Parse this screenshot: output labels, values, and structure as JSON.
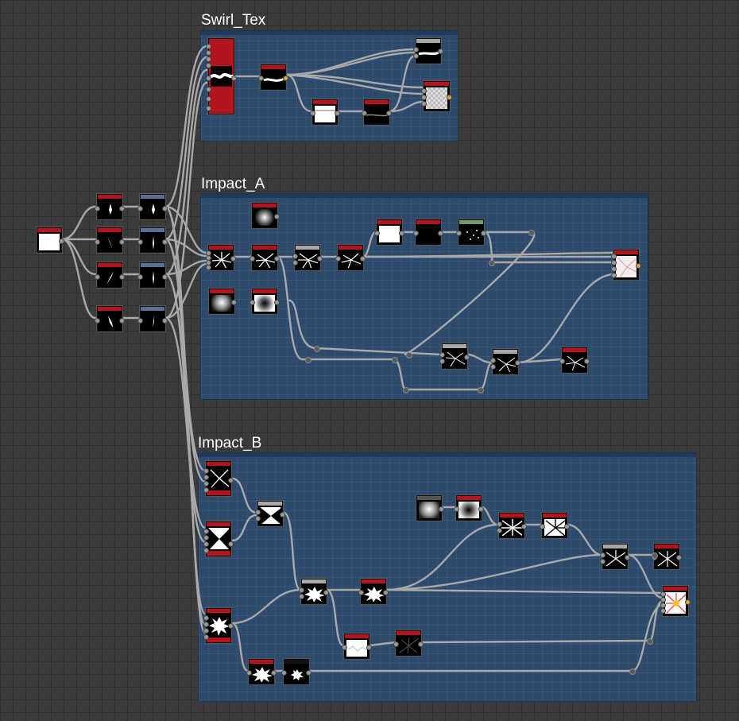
{
  "frames": [
    {
      "id": "swirl",
      "title": "Swirl_Tex"
    },
    {
      "id": "impactA",
      "title": "Impact_A"
    },
    {
      "id": "impactB",
      "title": "Impact_B"
    }
  ],
  "colors": {
    "canvas": "#3b3b3b",
    "frame_fill": "#2d4a6c",
    "node_header_red": "#b3141e",
    "node_header_gray": "#a8a8a8",
    "node_header_blue": "#5c6f98",
    "node_header_green": "#6e9a6b",
    "wire": "#a9a9a9",
    "output_port": "#e0a63a"
  }
}
